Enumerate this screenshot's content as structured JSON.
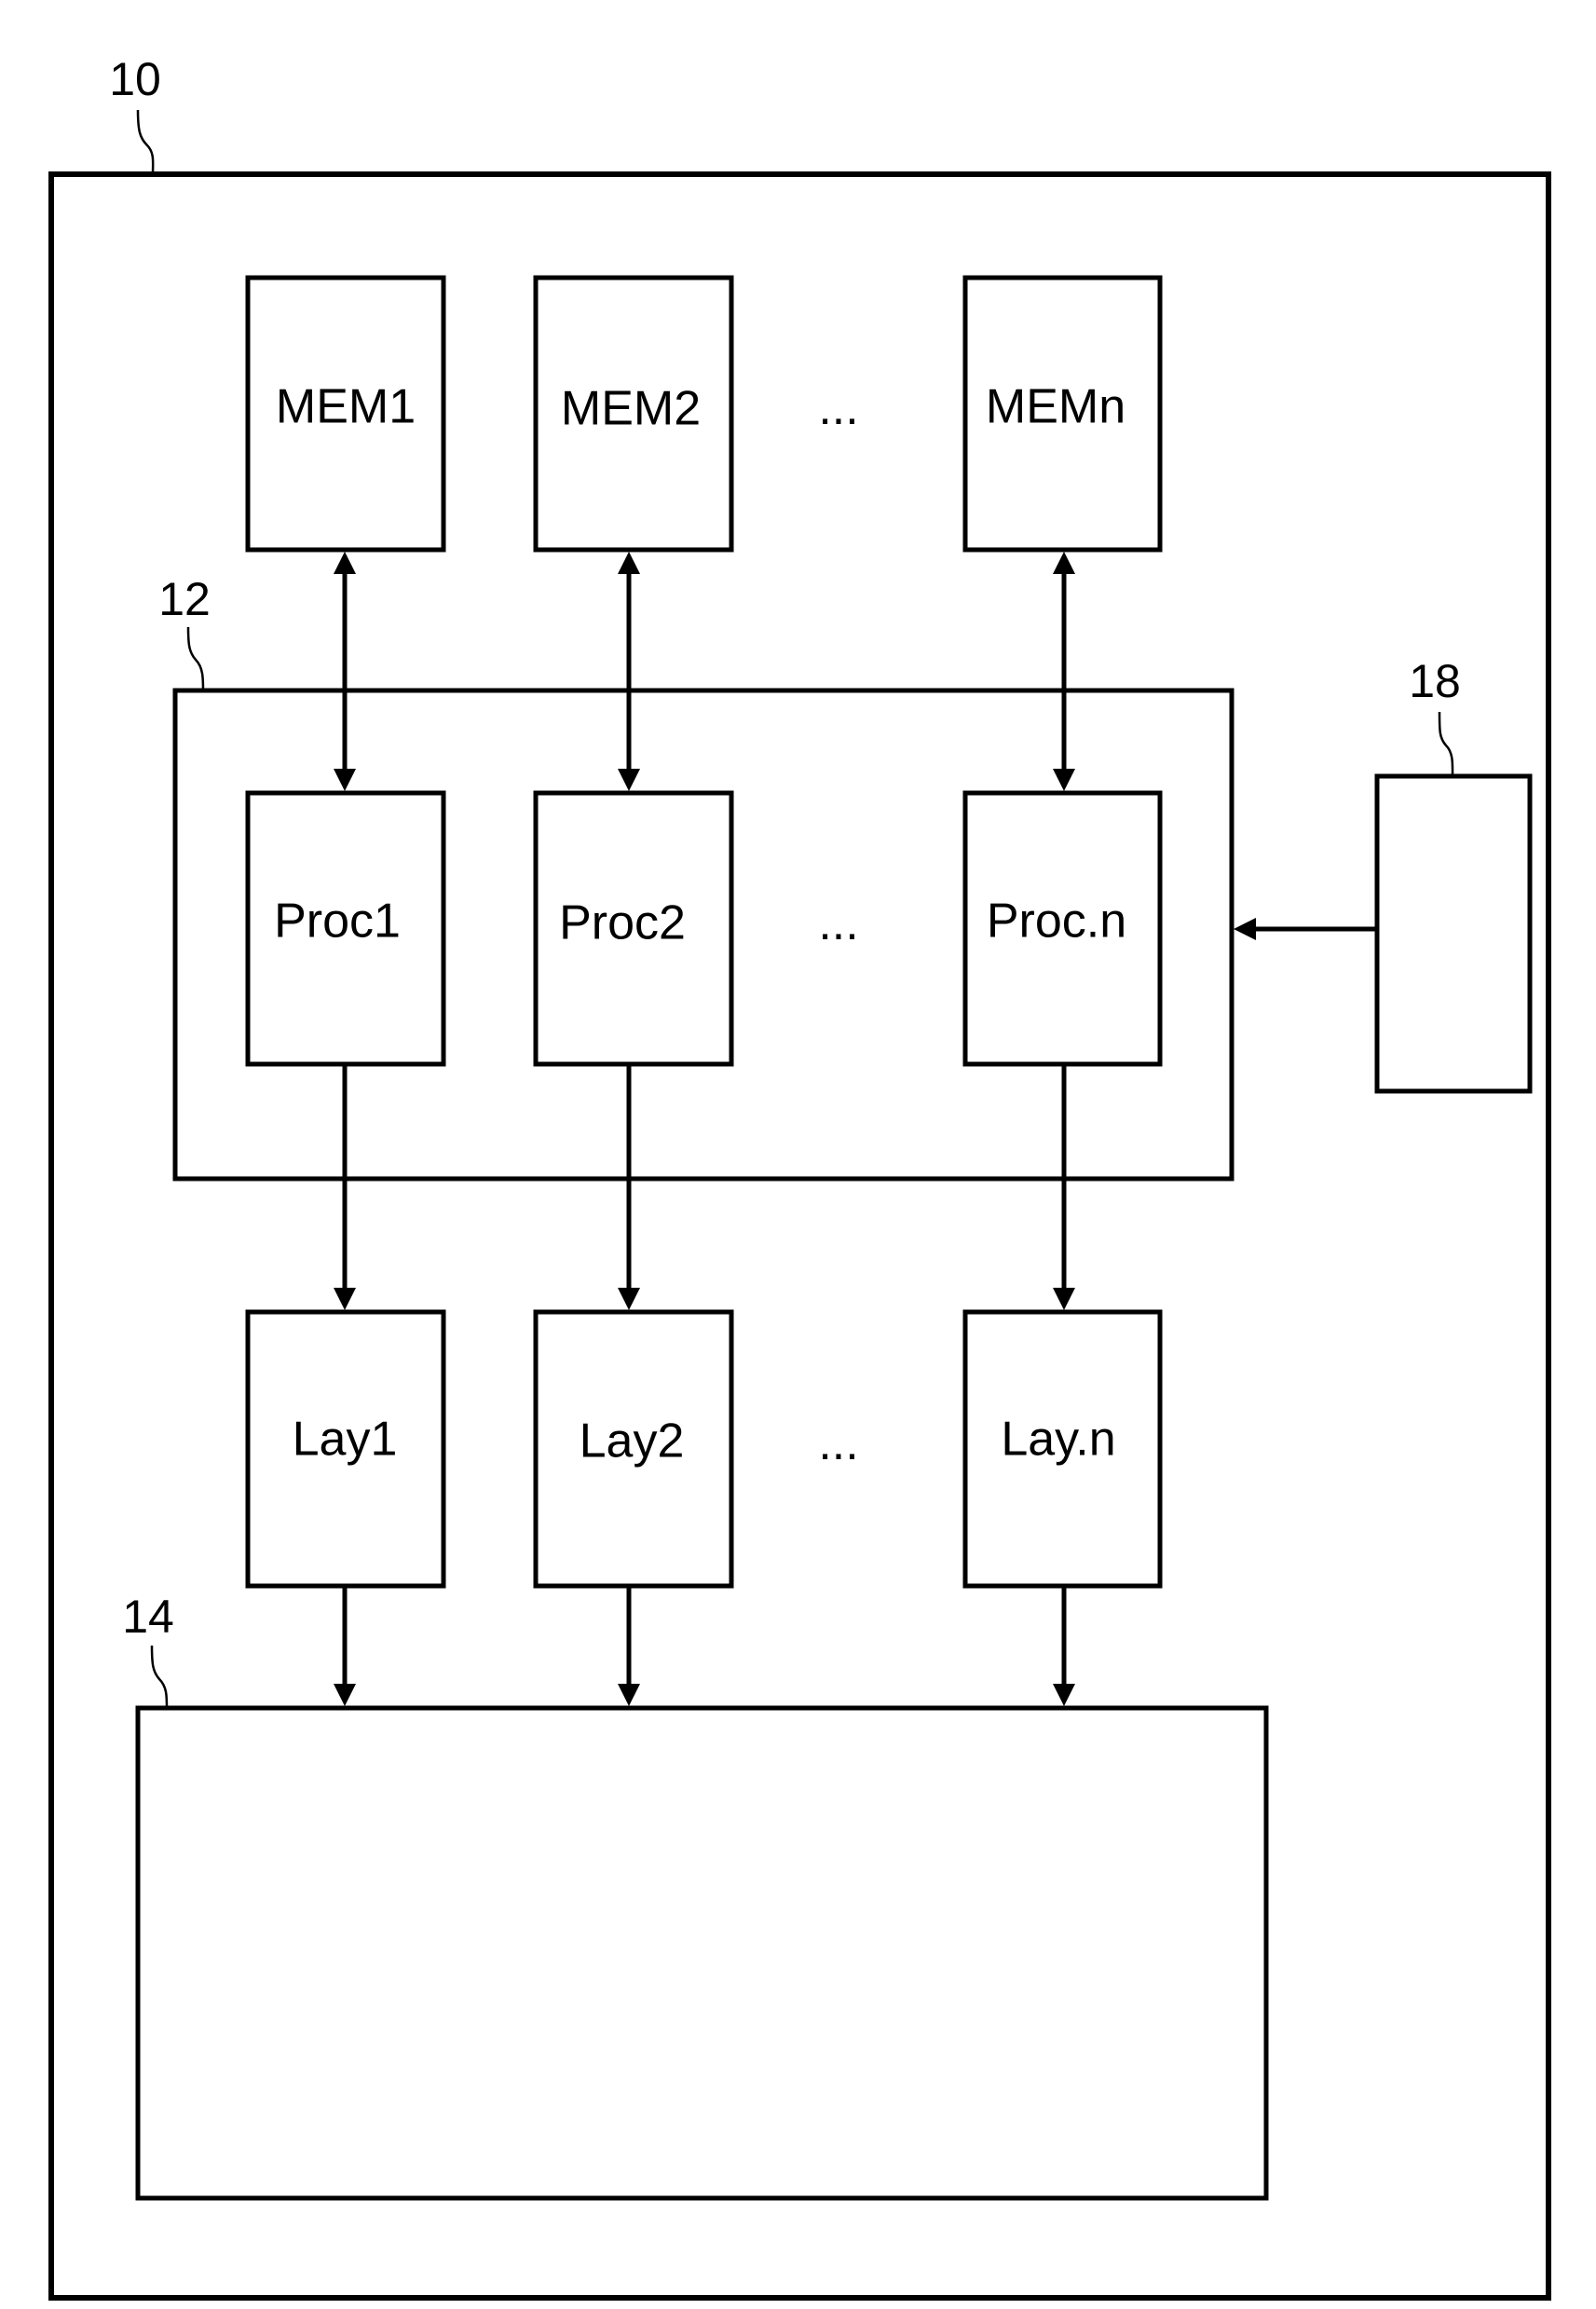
{
  "diagram": {
    "references": {
      "system": "10",
      "processor_group": "12",
      "output_unit": "14",
      "control_unit": "18"
    },
    "memory_row": [
      "MEM1",
      "MEM2",
      "MEMn"
    ],
    "processor_row": [
      "Proc1",
      "Proc2",
      "Proc.n"
    ],
    "layer_row": [
      "Lay1",
      "Lay2",
      "Lay.n"
    ],
    "ellipsis": "...",
    "connections": [
      {
        "from": "MEM1",
        "to": "Proc1",
        "type": "bidirectional"
      },
      {
        "from": "MEM2",
        "to": "Proc2",
        "type": "bidirectional"
      },
      {
        "from": "MEMn",
        "to": "Proc.n",
        "type": "bidirectional"
      },
      {
        "from": "Proc1",
        "to": "Lay1",
        "type": "directed"
      },
      {
        "from": "Proc2",
        "to": "Lay2",
        "type": "directed"
      },
      {
        "from": "Proc.n",
        "to": "Lay.n",
        "type": "directed"
      },
      {
        "from": "Lay1",
        "to": "14",
        "type": "directed"
      },
      {
        "from": "Lay2",
        "to": "14",
        "type": "directed"
      },
      {
        "from": "Lay.n",
        "to": "14",
        "type": "directed"
      },
      {
        "from": "18",
        "to": "12",
        "type": "directed"
      }
    ]
  }
}
